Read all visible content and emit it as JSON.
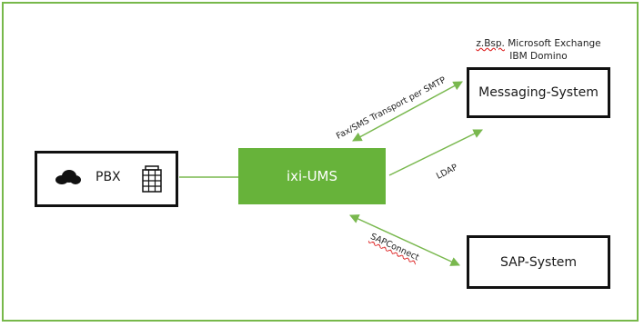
{
  "nodes": {
    "pbx": "PBX",
    "ums": "ixi-UMS",
    "messaging": "Messaging-System",
    "sap": "SAP-System"
  },
  "messaging_note": {
    "abbr": "z.Bsp.",
    "line1_rest": "Microsoft Exchange",
    "line2": "IBM Domino"
  },
  "edges": {
    "smtp": "Fax/SMS Transport per SMTP",
    "ldap": "LDAP",
    "sapconnect": "SAPConnect"
  },
  "colors": {
    "accent": "#67b33a",
    "frame": "#77b84a",
    "arrow": "#79b84e"
  },
  "icons": [
    "cloud-icon",
    "building-icon"
  ]
}
